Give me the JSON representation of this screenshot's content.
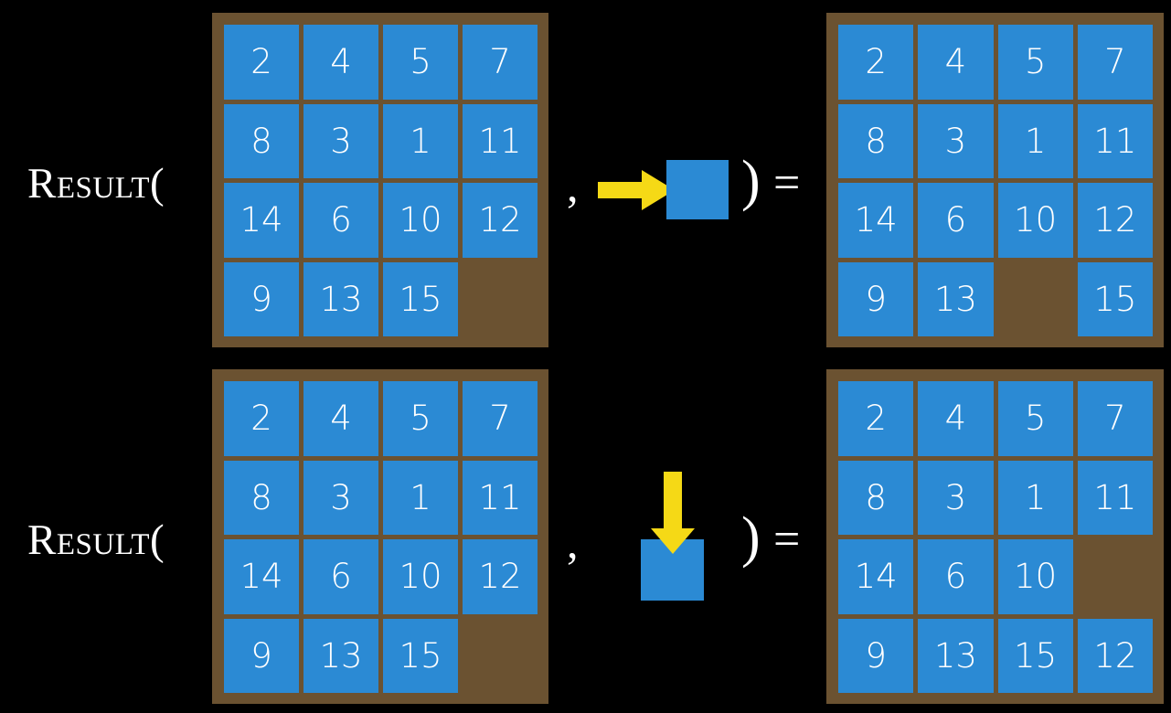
{
  "background_color": "#000000",
  "palette": {
    "board_frame": "#6B5231",
    "tile": "#2B8AD4",
    "tile_text": "#FFFFFF",
    "arrow": "#F5D916",
    "text": "#FFFFFF"
  },
  "rows": [
    {
      "id": "row-top",
      "label": "Result(",
      "comma": ",",
      "paren_close": ")",
      "equals": "=",
      "arrow_direction": "right",
      "arrow_icon": "arrow-right-icon",
      "input_board": {
        "caption": "input-state",
        "tiles": [
          "2",
          "4",
          "5",
          "7",
          "8",
          "3",
          "1",
          "11",
          "14",
          "6",
          "10",
          "12",
          "9",
          "13",
          "15",
          ""
        ]
      },
      "output_board": {
        "caption": "output-state",
        "tiles": [
          "2",
          "4",
          "5",
          "7",
          "8",
          "3",
          "1",
          "11",
          "14",
          "6",
          "10",
          "12",
          "9",
          "13",
          "",
          "15"
        ]
      }
    },
    {
      "id": "row-bottom",
      "label": "Result(",
      "comma": ",",
      "paren_close": ")",
      "equals": "=",
      "arrow_direction": "down",
      "arrow_icon": "arrow-down-icon",
      "input_board": {
        "caption": "input-state",
        "tiles": [
          "2",
          "4",
          "5",
          "7",
          "8",
          "3",
          "1",
          "11",
          "14",
          "6",
          "10",
          "12",
          "9",
          "13",
          "15",
          ""
        ]
      },
      "output_board": {
        "caption": "output-state",
        "tiles": [
          "2",
          "4",
          "5",
          "7",
          "8",
          "3",
          "1",
          "11",
          "14",
          "6",
          "10",
          "",
          "9",
          "13",
          "15",
          "12"
        ]
      }
    }
  ]
}
